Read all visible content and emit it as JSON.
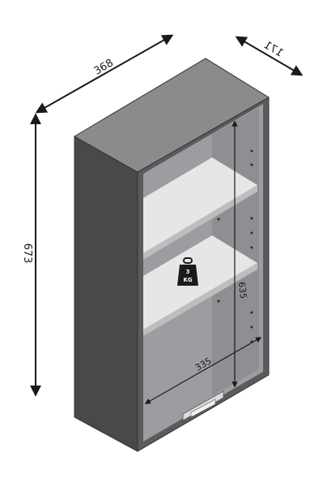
{
  "dimensions": {
    "width": "368",
    "depth": "171",
    "height": "673",
    "inner_width": "335",
    "inner_height": "635"
  },
  "weight_badge": {
    "value": "3",
    "unit": "KG"
  },
  "colors": {
    "carcass_front": "#5a5b5d",
    "carcass_side": "#48494b",
    "carcass_top": "#8a8b8d",
    "glass_interior": "#9c9da0",
    "shelf_top": "#e6e6e6",
    "shelf_edge": "#bdbdbd",
    "dimension_line": "#1a1a1a",
    "weight_icon": "#1b1b1b"
  }
}
